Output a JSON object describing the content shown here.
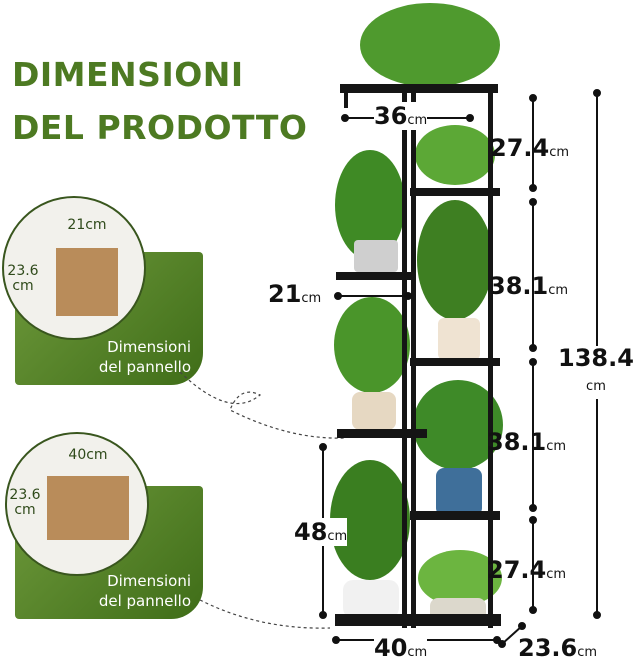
{
  "heading": {
    "line1": "DIMENSIONI",
    "line2": "DEL PRODOTTO"
  },
  "panels": [
    {
      "label_line1": "Dimensioni",
      "label_line2": "del pannello",
      "width": "21cm",
      "height_value": "23.6",
      "height_unit": "cm"
    },
    {
      "label_line1": "Dimensioni",
      "label_line2": "del pannello",
      "width": "40cm",
      "height_value": "23.6",
      "height_unit": "cm"
    }
  ],
  "dimensions": {
    "top_width": {
      "value": "36",
      "unit": "cm"
    },
    "gap1": {
      "value": "27.4",
      "unit": "cm"
    },
    "gap2": {
      "value": "38.1",
      "unit": "cm"
    },
    "gap3": {
      "value": "38.1",
      "unit": "cm"
    },
    "gap4": {
      "value": "27.4",
      "unit": "cm"
    },
    "total_height": {
      "value": "138.4",
      "unit": "cm"
    },
    "mid_width": {
      "value": "21",
      "unit": "cm"
    },
    "bottom_height": {
      "value": "48",
      "unit": "cm"
    },
    "bottom_width": {
      "value": "40",
      "unit": "cm"
    },
    "depth": {
      "value": "23.6",
      "unit": "cm"
    }
  },
  "colors": {
    "brand_green": "#4d7a22",
    "board": "#b98c5a",
    "frame": "#151515"
  }
}
